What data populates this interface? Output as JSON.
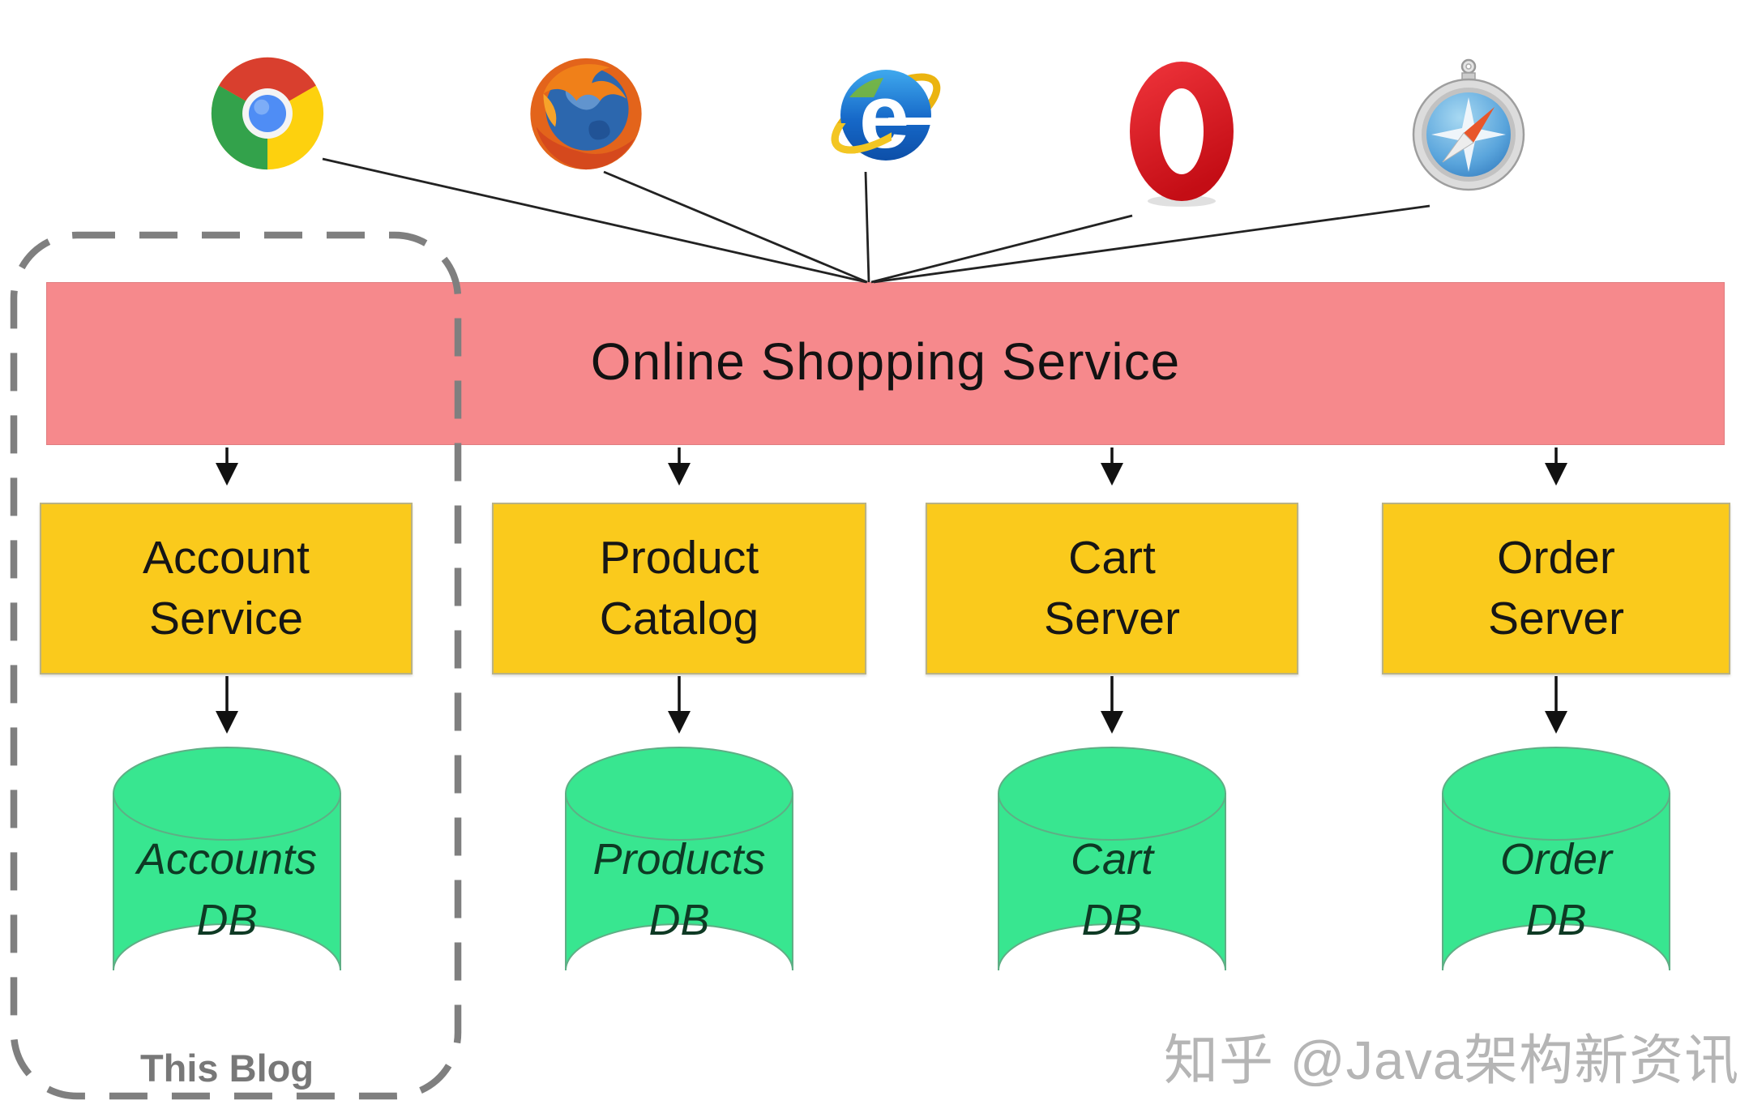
{
  "diagram": {
    "browsers": [
      {
        "icon": "chrome-icon",
        "name": "Chrome"
      },
      {
        "icon": "firefox-icon",
        "name": "Firefox"
      },
      {
        "icon": "internet-explorer-icon",
        "name": "Internet Explorer"
      },
      {
        "icon": "opera-icon",
        "name": "Opera"
      },
      {
        "icon": "safari-icon",
        "name": "Safari"
      }
    ],
    "title_bar": {
      "label": "Online Shopping Service"
    },
    "services": [
      {
        "line1": "Account",
        "line2": "Service"
      },
      {
        "line1": "Product",
        "line2": "Catalog"
      },
      {
        "line1": "Cart",
        "line2": "Server"
      },
      {
        "line1": "Order",
        "line2": "Server"
      }
    ],
    "databases": [
      {
        "line1": "Accounts",
        "line2": "DB"
      },
      {
        "line1": "Products",
        "line2": "DB"
      },
      {
        "line1": "Cart",
        "line2": "DB"
      },
      {
        "line1": "Order",
        "line2": "DB"
      }
    ],
    "annotation": {
      "label": "This Blog"
    },
    "watermark": {
      "label": "知乎 @Java架构新资讯"
    },
    "colors": {
      "service_bar": "#F6898C",
      "service_box": "#FACA1C",
      "database": "#38E690",
      "dashed_outline": "#7F7F7F",
      "annotation_text": "#787878",
      "watermark_text": "#B5B5B5"
    }
  }
}
